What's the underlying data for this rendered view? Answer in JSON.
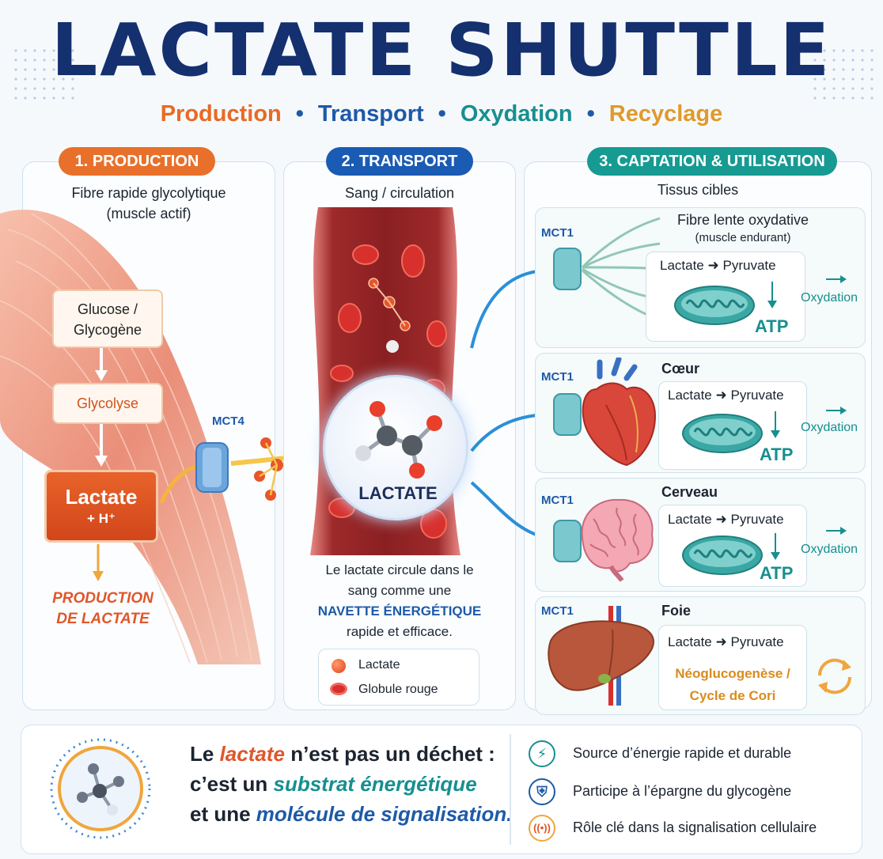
{
  "title": "LACTATE SHUTTLE",
  "subtitle": {
    "items": [
      "Production",
      "Transport",
      "Oxydation",
      "Recyclage"
    ],
    "separator": "•",
    "colors": [
      "#e86a25",
      "#1d5aa8",
      "#178f8f",
      "#e09a2a"
    ]
  },
  "sections": {
    "production": {
      "header": "1. PRODUCTION",
      "caption_line1": "Fibre rapide glycolytique",
      "caption_line2": "(muscle actif)",
      "step1_line1": "Glucose /",
      "step1_line2": "Glycogène",
      "step2": "Glycolyse",
      "step3_line1": "Lactate",
      "step3_line2": "+ H⁺",
      "transporter": "MCT4",
      "result_line1": "PRODUCTION",
      "result_line2": "DE LACTATE"
    },
    "transport": {
      "header": "2. TRANSPORT",
      "caption": "Sang / circulation",
      "molecule_label": "LACTATE",
      "desc_line1": "Le lactate circule dans le",
      "desc_line2": "sang comme une",
      "desc_highlight": "NAVETTE ÉNERGÉTIQUE",
      "desc_line4": "rapide et efficace.",
      "legend": [
        {
          "icon": "lactate-dot-icon",
          "label": "Lactate"
        },
        {
          "icon": "red-blood-cell-icon",
          "label": "Globule rouge"
        }
      ]
    },
    "captation": {
      "header": "3. CAPTATION & UTILISATION",
      "caption": "Tissus cibles",
      "targets": [
        {
          "transporter": "MCT1",
          "name": "Fibre lente oxydative",
          "sub": "(muscle endurant)",
          "lactate": "Lactate",
          "pyruvate": "Pyruvate",
          "atp": "ATP",
          "oxidation": "Oxydation"
        },
        {
          "transporter": "MCT1",
          "name": "Cœur",
          "lactate": "Lactate",
          "pyruvate": "Pyruvate",
          "atp": "ATP",
          "oxidation": "Oxydation"
        },
        {
          "transporter": "MCT1",
          "name": "Cerveau",
          "lactate": "Lactate",
          "pyruvate": "Pyruvate",
          "atp": "ATP",
          "oxidation": "Oxydation"
        },
        {
          "transporter": "MCT1",
          "name": "Foie",
          "lactate": "Lactate",
          "pyruvate": "Pyruvate",
          "result_line1": "Néoglucogenèse /",
          "result_line2": "Cycle de Cori"
        }
      ]
    }
  },
  "footer": {
    "statement": {
      "l1_a": "Le ",
      "l1_b": "lactate",
      "l1_c": " n’est pas un déchet :",
      "l2_a": "c’est un ",
      "l2_b": "substrat énergétique",
      "l3_a": "et une ",
      "l3_b": "molécule de signalisation."
    },
    "benefits": [
      {
        "icon": "lightning-icon",
        "text": "Source d’énergie rapide et durable"
      },
      {
        "icon": "shield-icon",
        "text": "Participe à l’épargne du glycogène"
      },
      {
        "icon": "signal-icon",
        "text": "Rôle clé dans la signalisation cellulaire"
      }
    ]
  }
}
